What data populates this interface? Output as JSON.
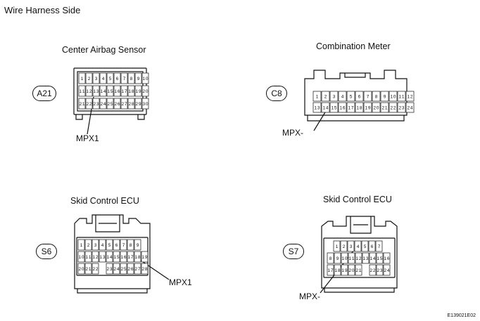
{
  "page_title": "Wire Harness Side",
  "code": "E139021E02",
  "connectors": [
    {
      "id": "A21",
      "name": "Center Airbag Sensor",
      "terminal_label": "MPX1",
      "rows": [
        [
          "1",
          "2",
          "3",
          "4",
          "5",
          "6",
          "7",
          "8",
          "9",
          "10"
        ],
        [
          "11",
          "12",
          "13",
          "14",
          "15",
          "16",
          "17",
          "18",
          "19",
          "20"
        ],
        [
          "21",
          "22",
          "23",
          "24",
          "25",
          "26",
          "27",
          "28",
          "29",
          "30"
        ]
      ]
    },
    {
      "id": "C8",
      "name": "Combination Meter",
      "terminal_label": "MPX-",
      "rows": [
        [
          "1",
          "2",
          "3",
          "4",
          "5",
          "6",
          "7",
          "8",
          "9",
          "10",
          "11",
          "12"
        ],
        [
          "13",
          "14",
          "15",
          "16",
          "17",
          "18",
          "19",
          "20",
          "21",
          "22",
          "23",
          "24"
        ]
      ]
    },
    {
      "id": "S6",
      "name": "Skid Control ECU",
      "terminal_label": "MPX1",
      "rows": [
        [
          "1",
          "2",
          "3",
          "4",
          "5",
          "6",
          "7",
          "8",
          "9"
        ],
        [
          "10",
          "11",
          "12",
          "13",
          "14",
          "15",
          "16",
          "17",
          "18",
          "19"
        ],
        [
          "20",
          "21",
          "22",
          "",
          "23",
          "24",
          "25",
          "26",
          "27",
          "28"
        ]
      ]
    },
    {
      "id": "S7",
      "name": "Skid Control ECU",
      "terminal_label": "MPX-",
      "rows": [
        [
          "1",
          "2",
          "3",
          "4",
          "5",
          "6",
          "7"
        ],
        [
          "8",
          "9",
          "10",
          "11",
          "12",
          "13",
          "14",
          "15",
          "16"
        ],
        [
          "17",
          "18",
          "19",
          "20",
          "21",
          "",
          "22",
          "23",
          "24"
        ]
      ]
    }
  ]
}
